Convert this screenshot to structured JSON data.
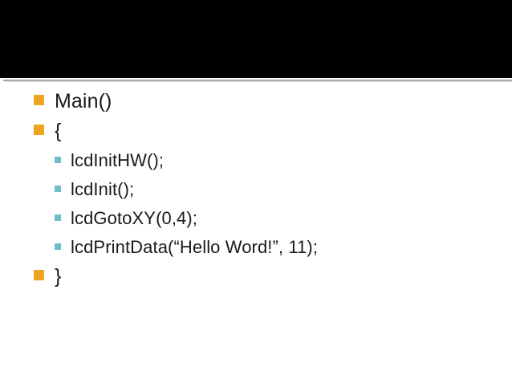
{
  "slide": {
    "background_color": "#ffffff",
    "title_band": {
      "background_color": "#000000",
      "title": ""
    },
    "separator": {
      "line_color": "#a9a9a9",
      "shadow_color": "#d9d9d9"
    },
    "bullet_colors": {
      "level1": "#eda41e",
      "level2": "#6fbccb"
    },
    "text_color": "#1a1a1a",
    "body": [
      {
        "level": 1,
        "text": "Main()"
      },
      {
        "level": 1,
        "text": "{"
      },
      {
        "level": 2,
        "text": "lcdInitHW();"
      },
      {
        "level": 2,
        "text": "lcdInit();"
      },
      {
        "level": 2,
        "text": "lcdGotoXY(0,4);"
      },
      {
        "level": 2,
        "text": "lcdPrintData(“Hello Word!”, 11);"
      },
      {
        "level": 1,
        "text": "}"
      }
    ]
  }
}
